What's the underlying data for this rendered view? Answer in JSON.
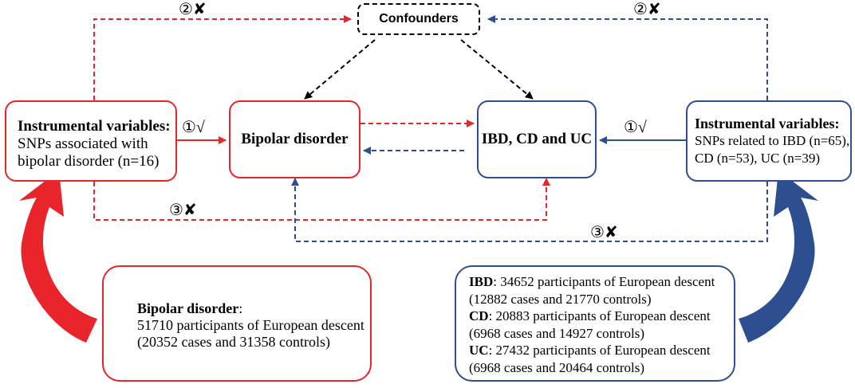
{
  "confounders": "Confounders",
  "left_iv": {
    "title": "Instrumental variables:",
    "line1": "SNPs associated with",
    "line2": "bipolar disorder (n=16)"
  },
  "right_iv": {
    "title": "Instrumental variables:",
    "line1": "SNPs related to IBD (n=65),",
    "line2": "CD (n=53), UC (n=39)"
  },
  "exposure": "Bipolar disorder",
  "outcome": "IBD, CD and UC",
  "assumptions": {
    "one_left": "①√",
    "one_right": "①√",
    "two_left": "②✘",
    "two_right": "②✘",
    "three_left": "③✘",
    "three_right": "③✘"
  },
  "bd_data": {
    "title": "Bipolar disorder",
    "colon": ":",
    "line1": "51710 participants of European descent",
    "line2": "(20352 cases and 31358 controls)"
  },
  "ibd_data": {
    "ibd_label": "IBD",
    "ibd_text": ": 34652 participants of European descent",
    "ibd_sub": "(12882 cases and 21770 controls)",
    "cd_label": "CD",
    "cd_text": ": 20883 participants of European descent",
    "cd_sub": "(6968 cases and 14927 controls)",
    "uc_label": "UC",
    "uc_text": ": 27432 participants of European descent",
    "uc_sub": "(6968 cases and 20464 controls)"
  },
  "colors": {
    "red": "#e8252a",
    "blue": "#2e4f8f",
    "black": "#000000"
  }
}
